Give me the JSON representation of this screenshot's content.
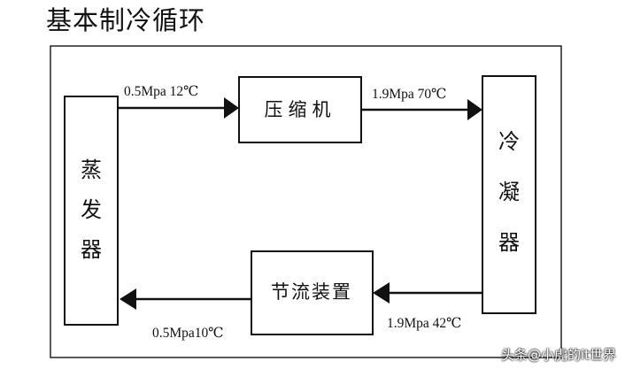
{
  "title": "基本制冷循环",
  "components": {
    "evaporator": [
      "蒸",
      "发",
      "器"
    ],
    "compressor": "压缩机",
    "condenser": [
      "冷",
      "凝",
      "器"
    ],
    "throttle": "节流装置"
  },
  "flows": {
    "evaporator_to_compressor": "0.5Mpa 12℃",
    "compressor_to_condenser": "1.9Mpa 70℃",
    "condenser_to_throttle": "1.9Mpa 42℃",
    "throttle_to_evaporator": "0.5Mpa10℃"
  },
  "watermark": "头条@小虎的it世界"
}
